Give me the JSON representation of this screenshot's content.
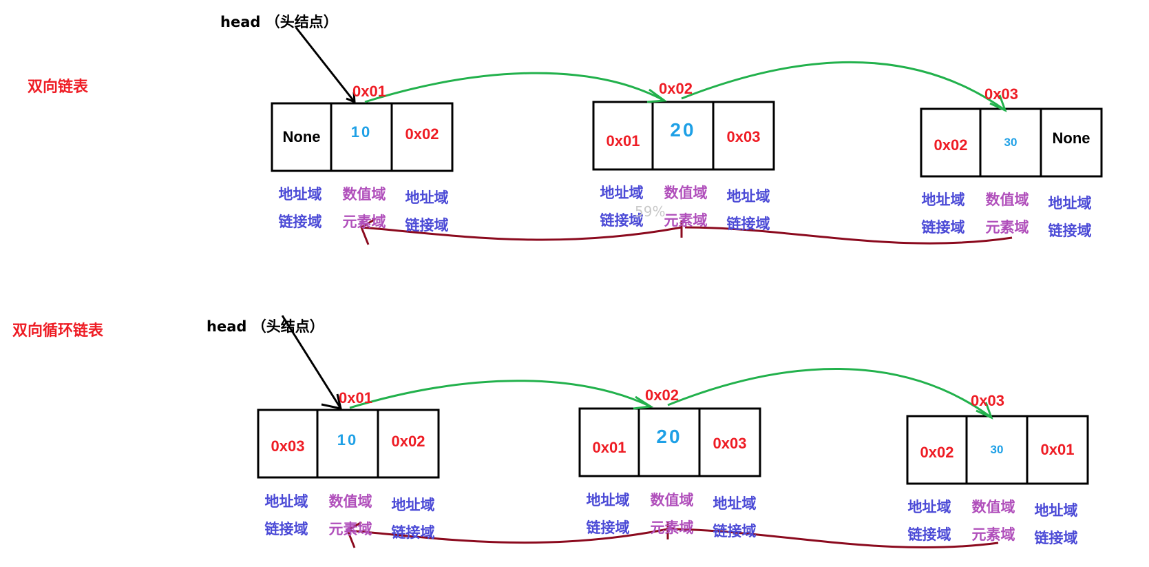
{
  "sections": [
    {
      "title": "双向链表",
      "head_label": "head （头结点）",
      "nodes": [
        {
          "address": "0x01",
          "prev": "None",
          "value": "10",
          "next": "0x02"
        },
        {
          "address": "0x02",
          "prev": "0x01",
          "value": "20",
          "next": "0x03"
        },
        {
          "address": "0x03",
          "prev": "0x02",
          "value": "30",
          "next": "None"
        }
      ]
    },
    {
      "title": "双向循环链表",
      "head_label": "head （头结点）",
      "nodes": [
        {
          "address": "0x01",
          "prev": "0x03",
          "value": "10",
          "next": "0x02"
        },
        {
          "address": "0x02",
          "prev": "0x01",
          "value": "20",
          "next": "0x03"
        },
        {
          "address": "0x03",
          "prev": "0x02",
          "value": "30",
          "next": "0x01"
        }
      ]
    }
  ],
  "captions": {
    "address_field": "地址域",
    "link_field": "链接域",
    "value_field": "数值域",
    "element_field": "元素域"
  },
  "watermark": "59%",
  "colors": {
    "title": "#ee1c24",
    "address": "#ee1c24",
    "value": "#1ea0e6",
    "caption_link": "#4b4ad6",
    "caption_value": "#b04fbb",
    "forward_arrow": "#22b14c",
    "backward_arrow": "#8b0a1e",
    "box": "#000000"
  }
}
